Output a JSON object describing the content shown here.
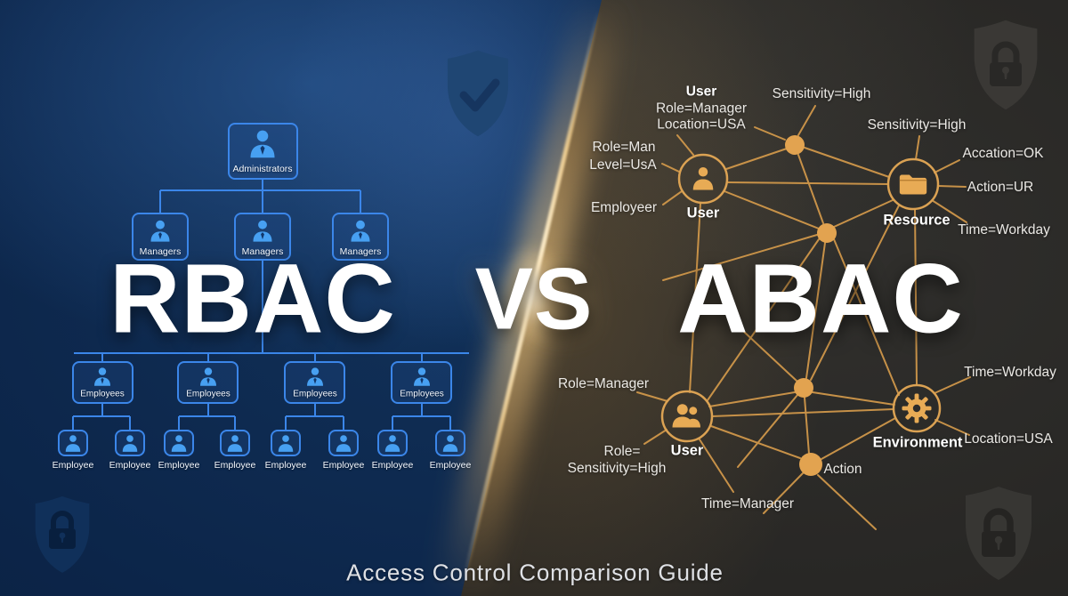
{
  "titles": {
    "left": "RBAC",
    "vs": "VS",
    "right": "ABAC"
  },
  "caption": "Access Control Comparison Guide",
  "rbac": {
    "root": "Administrators",
    "managers": [
      "Managers",
      "Managers",
      "Managers"
    ],
    "teams": [
      "Employees",
      "Employees",
      "Employees",
      "Employees"
    ],
    "leaves": [
      "Employee",
      "Employee",
      "Employee",
      "Employee",
      "Employee",
      "Employee",
      "Employee",
      "Employee"
    ]
  },
  "abac": {
    "nodes": {
      "user_top": "User",
      "resource": "Resource",
      "user_bottom": "User",
      "environment": "Environment",
      "action": "Action"
    },
    "attributes": {
      "user_block_title": "User",
      "user_block_role": "Role=Manager",
      "user_block_location": "Location=USA",
      "sensitivity_left": "Sensitivity=High",
      "sensitivity_right": "Sensitivity=High",
      "role_man": "Role=Man",
      "level_usa": "Level=UsA",
      "employeer": "Employeer",
      "accation_ok": "Accation=OK",
      "action_ur": "Action=UR",
      "time_workday_top": "Time=Workday",
      "role_manager_bottom": "Role=Manager",
      "role_eq": "Role=",
      "sensitivity_bottom": "Sensitivity=High",
      "time_manager": "Time=Manager",
      "time_workday_bottom": "Time=Workday",
      "location_usa": "Location=USA"
    }
  },
  "icons": {
    "rbac_boxes": "person-icon",
    "user_top": "person-icon",
    "resource": "folder-icon",
    "user_bottom": "people-icon",
    "environment": "gear-icon",
    "left_watermark": "shield-check-icon",
    "corner_watermarks": "shield-lock-icon"
  },
  "colors": {
    "left_bg": "#0f2d57",
    "right_bg": "#2b2a28",
    "rbac_blue": "#3b86e9",
    "rbac_icon_blue": "#47a0f2",
    "abac_gold": "#d49a4b",
    "divider_gold": "#f6d796",
    "text_white": "#ffffff"
  }
}
